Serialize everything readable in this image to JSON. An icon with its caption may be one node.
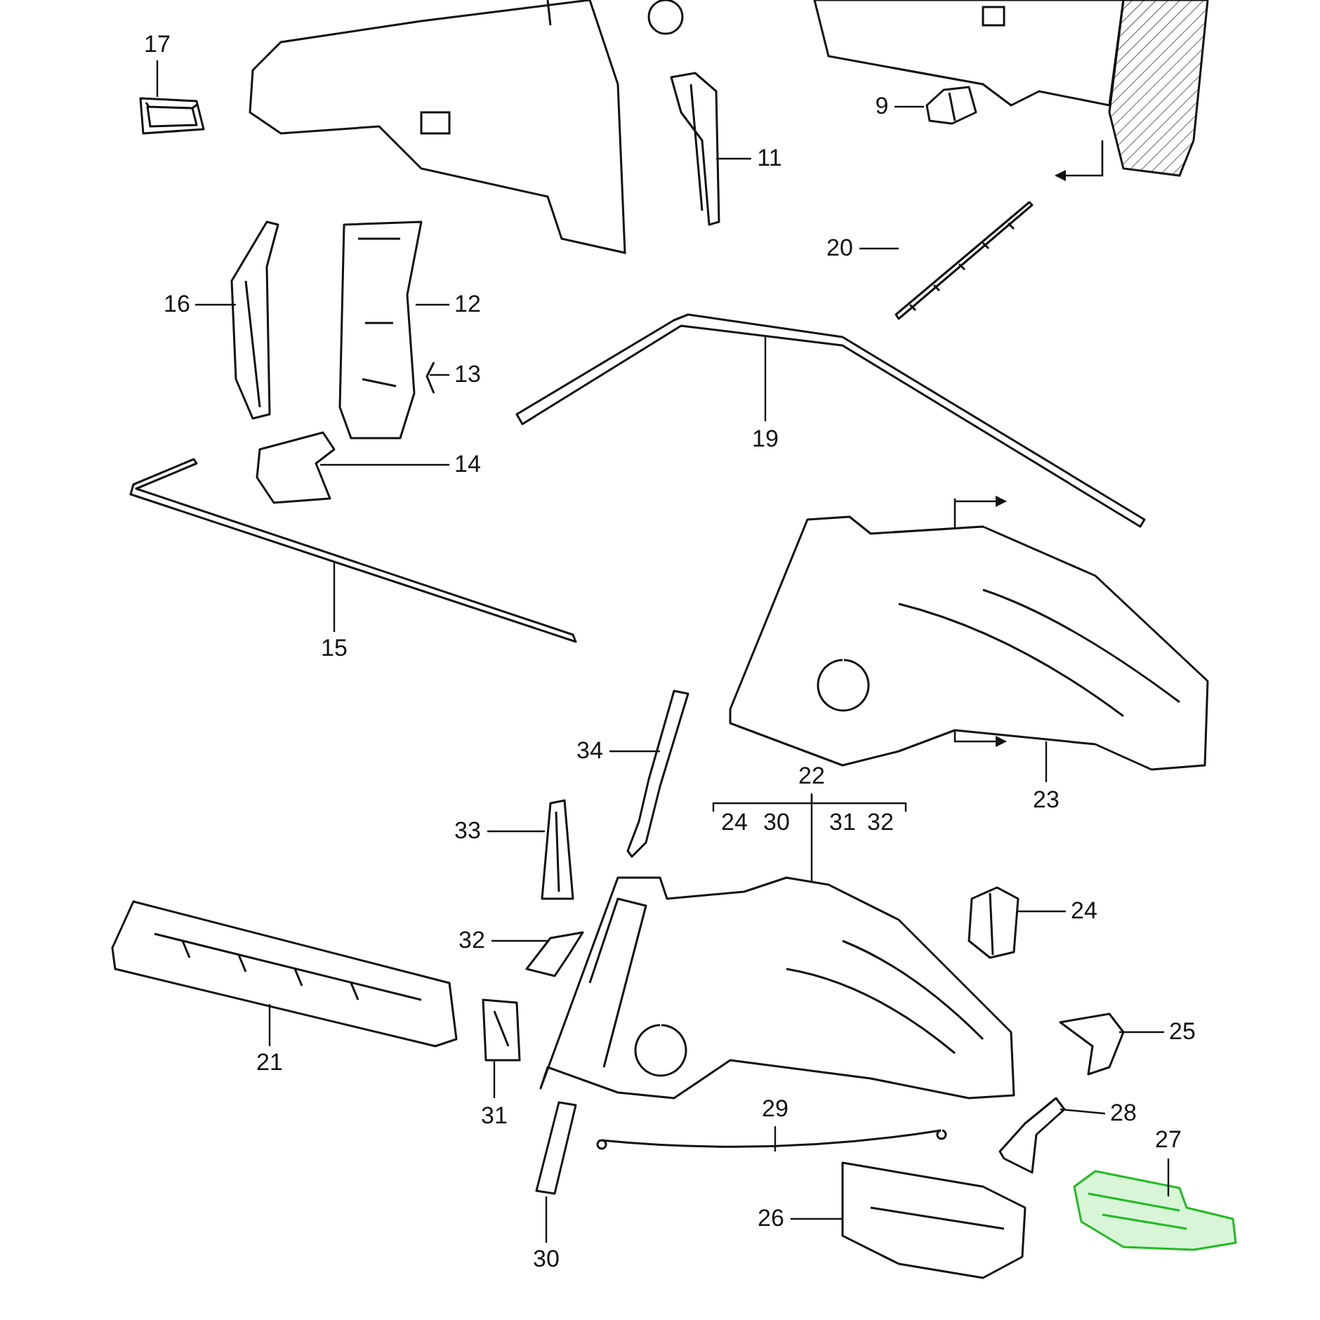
{
  "diagram": {
    "nodes": [
      {
        "text": [
          "17"
        ]
      },
      {
        "text": [],
        "shape": "picture"
      },
      {
        "text": [
          "11"
        ]
      },
      {
        "text": [],
        "shape": "picture"
      },
      {
        "text": [
          "9"
        ]
      },
      {
        "text": [],
        "shape": "picture"
      },
      {
        "text": [
          "16"
        ]
      },
      {
        "text": [],
        "shape": "picture"
      },
      {
        "text": [
          "12"
        ]
      },
      {
        "text": [],
        "shape": "picture"
      },
      {
        "text": [
          "20"
        ]
      },
      {
        "text": [],
        "shape": "picture"
      },
      {
        "text": [
          "13"
        ]
      },
      {
        "text": [],
        "shape": "picture"
      },
      {
        "text": [
          "19"
        ]
      },
      {
        "text": [],
        "shape": "picture"
      },
      {
        "text": [
          "14"
        ]
      },
      {
        "text": [],
        "shape": "picture"
      },
      {
        "text": [
          "15"
        ]
      },
      {
        "text": [],
        "shape": "picture"
      },
      {
        "text": [
          "34"
        ]
      },
      {
        "text": [],
        "shape": "picture"
      },
      {
        "text": [
          "22"
        ]
      },
      {
        "text": [],
        "shape": "picture"
      },
      {
        "text": [
          "23"
        ]
      },
      {
        "text": [],
        "shape": "picture"
      },
      {
        "text": [
          "33"
        ]
      },
      {
        "text": [],
        "shape": "picture"
      },
      {
        "text": [
          "24"
        ]
      },
      {
        "text": [],
        "shape": "picture"
      },
      {
        "text": [
          "32"
        ]
      },
      {
        "text": [],
        "shape": "picture"
      },
      {
        "text": [
          "25"
        ]
      },
      {
        "text": [],
        "shape": "picture"
      },
      {
        "text": [
          "21"
        ]
      },
      {
        "text": [],
        "shape": "picture"
      },
      {
        "text": [
          "31"
        ]
      },
      {
        "text": [],
        "shape": "picture"
      },
      {
        "text": [
          "29"
        ]
      },
      {
        "text": [],
        "shape": "picture"
      },
      {
        "text": [
          "28"
        ]
      },
      {
        "text": [],
        "shape": "picture"
      },
      {
        "text": [
          "27"
        ]
      },
      {
        "text": [],
        "shape": "picture"
      },
      {
        "text": [
          "26"
        ]
      },
      {
        "text": [],
        "shape": "picture"
      },
      {
        "text": [
          "30"
        ]
      },
      {
        "text": [],
        "shape": "picture"
      }
    ],
    "edges": [
      {
        "from": 0,
        "to": 1,
        "arrow": "none"
      },
      {
        "from": 2,
        "to": 3,
        "arrow": "none"
      },
      {
        "from": 4,
        "to": 5,
        "arrow": "none"
      },
      {
        "from": 6,
        "to": 7,
        "arrow": "none"
      },
      {
        "from": 8,
        "to": 9,
        "arrow": "none"
      },
      {
        "from": 10,
        "to": 11,
        "arrow": "none"
      },
      {
        "from": 12,
        "to": 13,
        "arrow": "none"
      },
      {
        "from": 14,
        "to": 15,
        "arrow": "none"
      },
      {
        "from": 16,
        "to": 17,
        "arrow": "none"
      },
      {
        "from": 18,
        "to": 19,
        "arrow": "none"
      },
      {
        "from": 20,
        "to": 21,
        "arrow": "none"
      },
      {
        "from": 22,
        "to": 23,
        "arrow": "none"
      },
      {
        "from": 24,
        "to": 25,
        "arrow": "none"
      },
      {
        "from": 26,
        "to": 27,
        "arrow": "none"
      },
      {
        "from": 28,
        "to": 29,
        "arrow": "none"
      },
      {
        "from": 30,
        "to": 31,
        "arrow": "none"
      },
      {
        "from": 32,
        "to": 33,
        "arrow": "none"
      },
      {
        "from": 34,
        "to": 35,
        "arrow": "none"
      },
      {
        "from": 36,
        "to": 37,
        "arrow": "none"
      },
      {
        "from": 38,
        "to": 39,
        "arrow": "none"
      },
      {
        "from": 40,
        "to": 41,
        "arrow": "none"
      },
      {
        "from": 42,
        "to": 43,
        "arrow": "none"
      },
      {
        "from": 44,
        "to": 45,
        "arrow": "none"
      },
      {
        "from": 46,
        "to": 47,
        "arrow": "none"
      }
    ],
    "labels": [
      "24",
      "30",
      "31",
      "32"
    ]
  }
}
